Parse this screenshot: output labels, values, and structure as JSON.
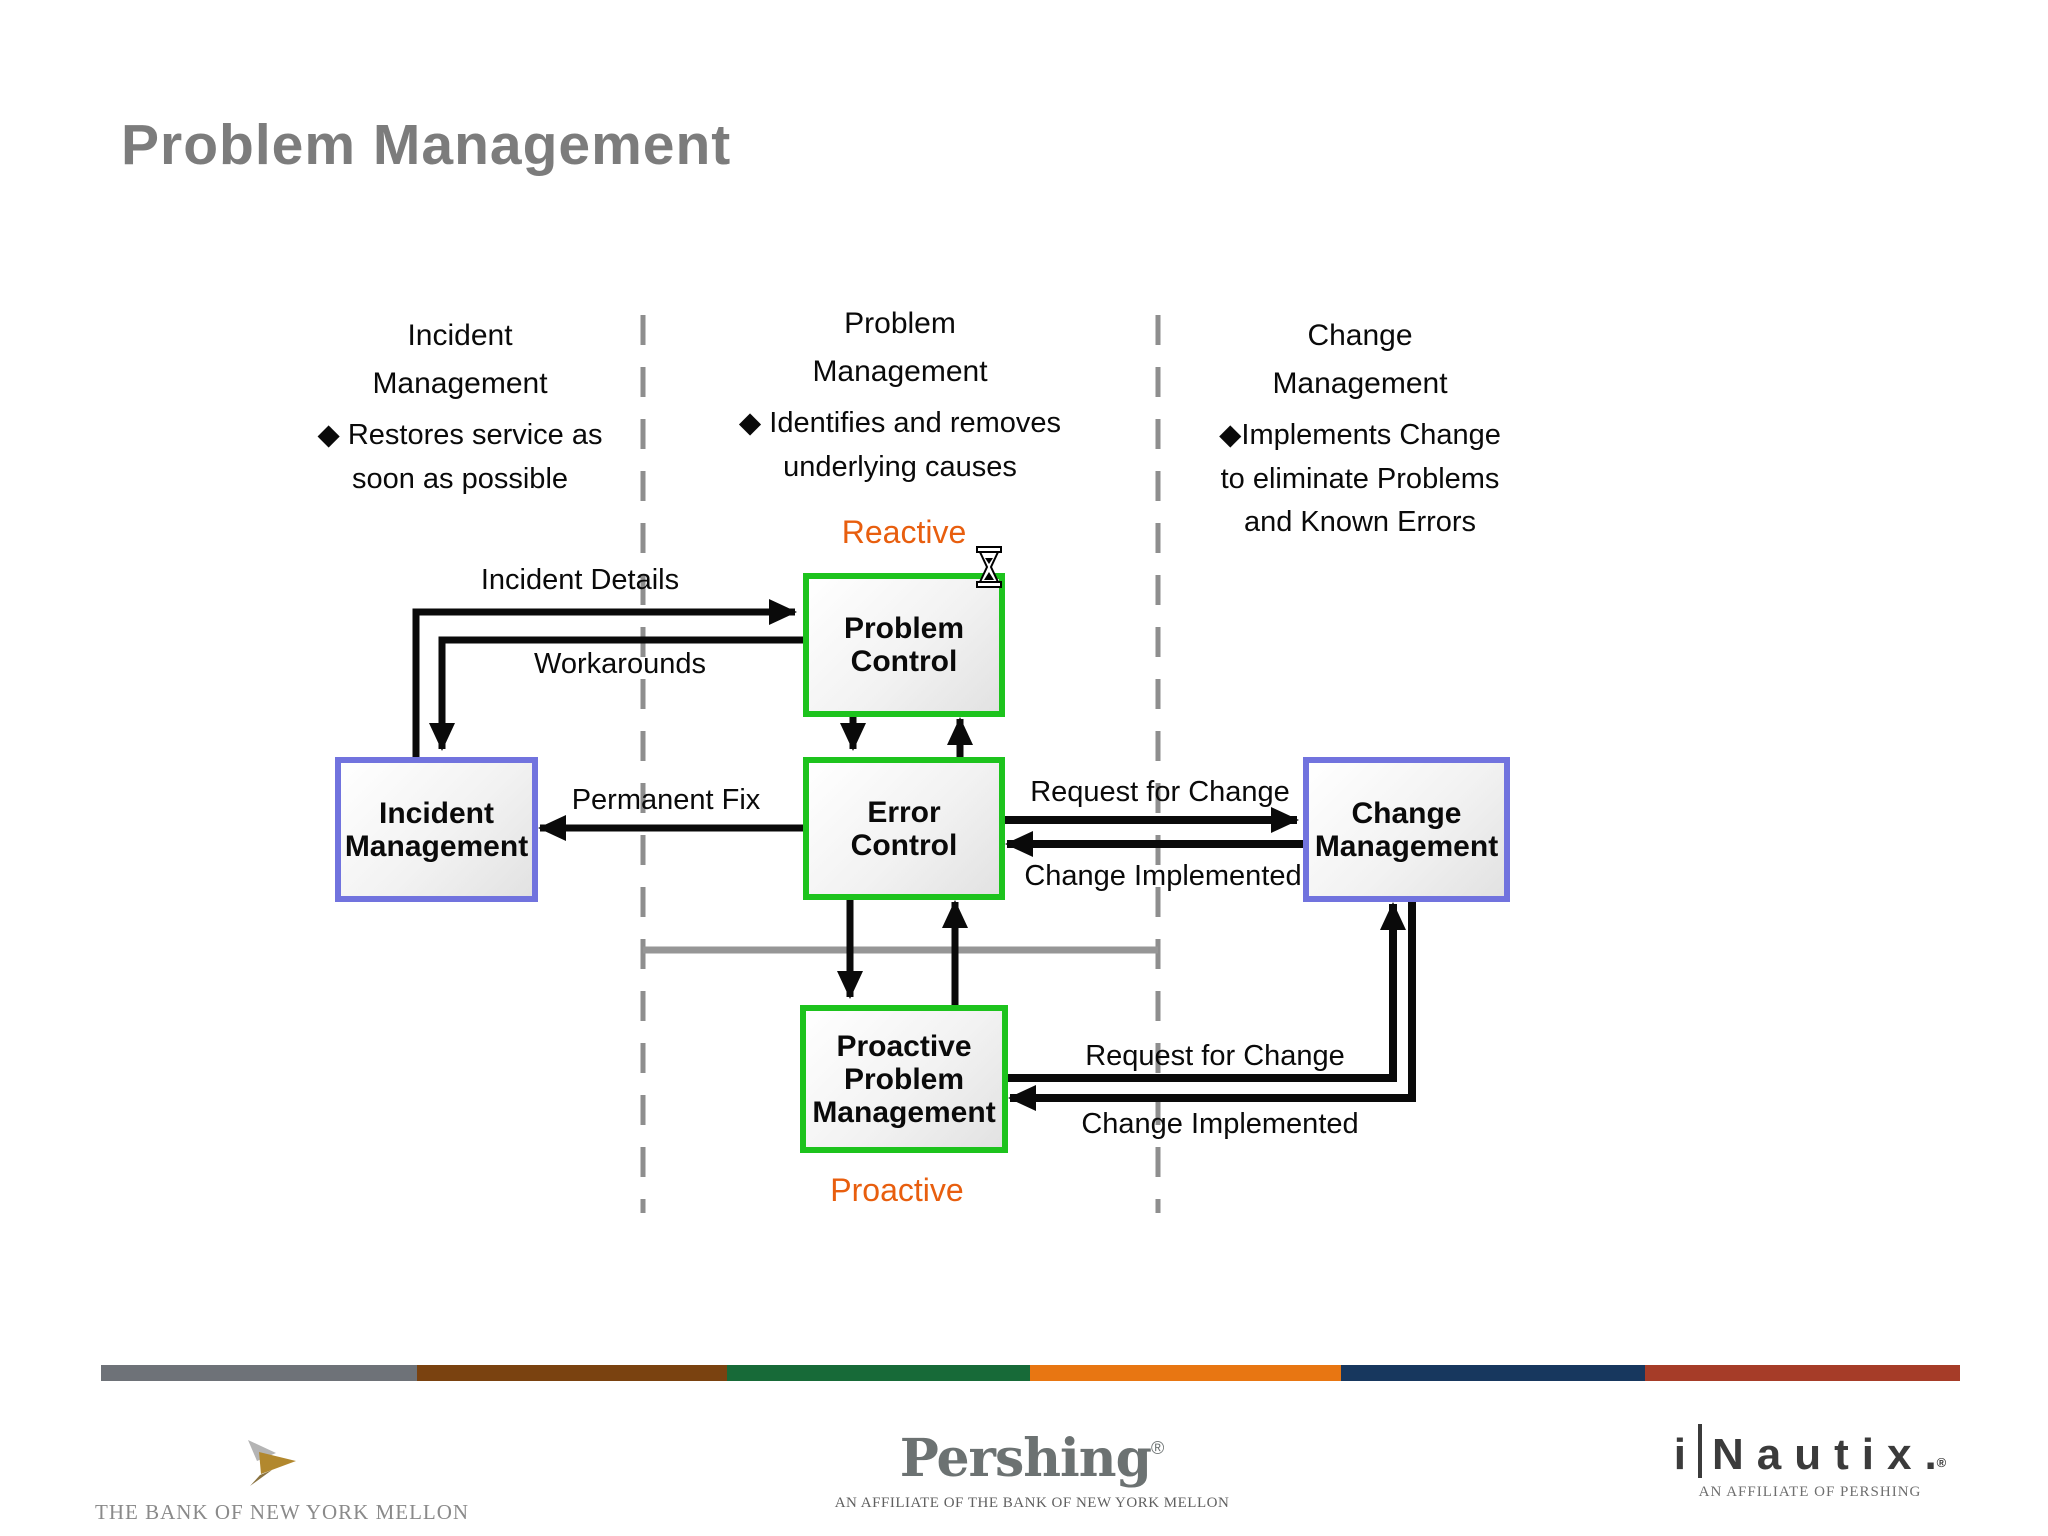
{
  "slide": {
    "title": "Problem Management"
  },
  "columns": [
    {
      "heading": "Incident\nManagement",
      "bullet": "◆ Restores service as\nsoon as possible"
    },
    {
      "heading": "Problem\nManagement",
      "bullet": "◆ Identifies and removes\nunderlying causes"
    },
    {
      "heading": "Change\nManagement",
      "bullet": "◆Implements Change\nto eliminate Problems\nand Known Errors"
    }
  ],
  "labels": {
    "reactive": "Reactive",
    "proactive": "Proactive"
  },
  "boxes": {
    "problem_control": "Problem\nControl",
    "error_control": "Error\nControl",
    "proactive_problem_management": "Proactive\nProblem\nManagement",
    "incident_management": "Incident\nManagement",
    "change_management": "Change\nManagement"
  },
  "edges": {
    "incident_details": "Incident Details",
    "workarounds": "Workarounds",
    "permanent_fix": "Permanent Fix",
    "request_for_change_top": "Request for Change",
    "change_implemented_top": "Change Implemented",
    "request_for_change_bottom": "Request for Change",
    "change_implemented_bottom": "Change Implemented"
  },
  "colors": {
    "title_gray": "#7c7c7c",
    "green_box_border": "#1dc31d",
    "blue_box_border": "#7173de",
    "orange_label": "#e85e0e",
    "arrow_black": "#0a0a0a",
    "gray_line": "#969696",
    "dashed_divider": "#8e8e8e"
  },
  "cursor": {
    "type": "hourglass-busy-cursor"
  },
  "footer": {
    "bar_segments": [
      "#6e7278",
      "#7a4210",
      "#176a38",
      "#e87612",
      "#17375e",
      "#a63c28"
    ],
    "bnym_text": "THE BANK OF NEW YORK MELLON",
    "pershing_word": "Pershing",
    "pershing_reg": "®",
    "pershing_tagline": "AN AFFILIATE OF THE BANK OF NEW YORK MELLON",
    "inautix_i": "i",
    "inautix_rest": "Nautix",
    "inautix_dot": ".",
    "inautix_reg": "®",
    "inautix_tagline": "AN AFFILIATE OF PERSHING"
  }
}
